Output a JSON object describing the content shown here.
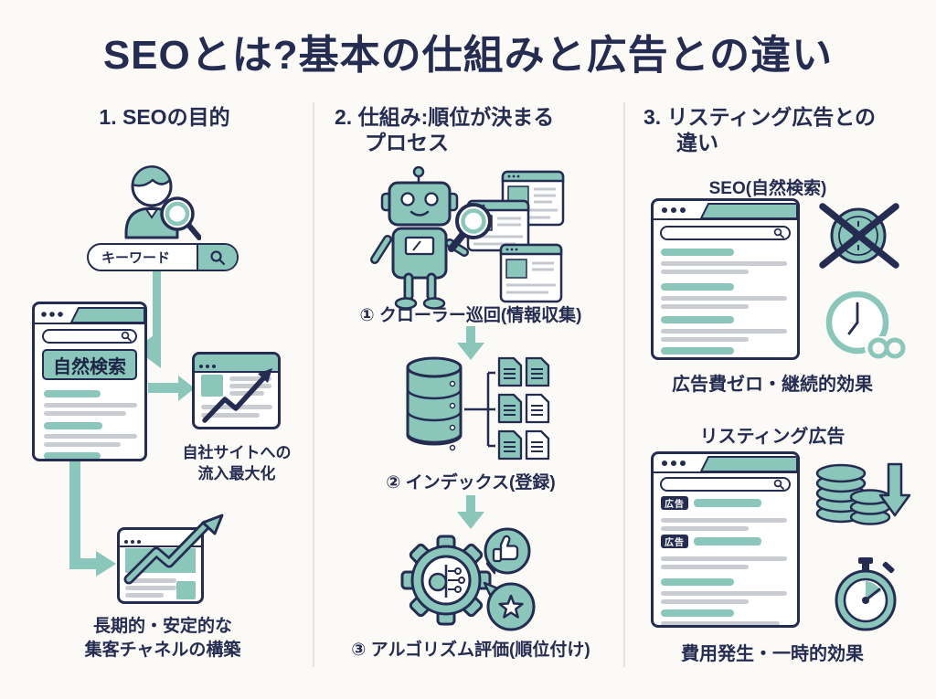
{
  "title": "SEOとは?基本の仕組みと広告との違い",
  "colors": {
    "background": "#fbfaf6",
    "navy": "#242c52",
    "teal": "#8ac6ba",
    "gray_line": "#c9cdd2",
    "divider": "#e3e3e1"
  },
  "icons": [
    "user-search-icon",
    "search-icon",
    "browser-window-icon",
    "trend-up-icon",
    "robot-crawler-icon",
    "magnifier-icon",
    "database-icon",
    "document-icon",
    "gear-algorithm-icon",
    "thumbs-up-icon",
    "star-icon",
    "no-cost-coin-icon",
    "clock-infinity-icon",
    "coins-decrease-icon",
    "stopwatch-icon",
    "arrow-down-icon",
    "arrow-right-icon",
    "arrow-left-icon"
  ],
  "column1": {
    "heading": "1. SEOの目的",
    "keyword_bar": {
      "text": "キーワード"
    },
    "serp_window": {
      "organic_button": "自然検索"
    },
    "outcome_traffic": {
      "line1": "自社サイトへの",
      "line2": "流入最大化"
    },
    "outcome_channel": {
      "line1": "長期的・安定的な",
      "line2": "集客チャネルの構築"
    }
  },
  "column2": {
    "heading_line1": "2. 仕組み:順位が決まる",
    "heading_line2": "プロセス",
    "step1": "① クローラー巡回(情報収集)",
    "step2": "② インデックス(登録)",
    "step3": "③ アルゴリズム評価(順位付け)"
  },
  "column3": {
    "heading_line1": "3. リスティング広告との",
    "heading_line2": "違い",
    "seo": {
      "label": "SEO(自然検索)",
      "caption": "広告費ゼロ・継続的効果"
    },
    "ads": {
      "label": "リスティング広告",
      "caption": "費用発生・一時的効果",
      "badge": "広告"
    }
  }
}
